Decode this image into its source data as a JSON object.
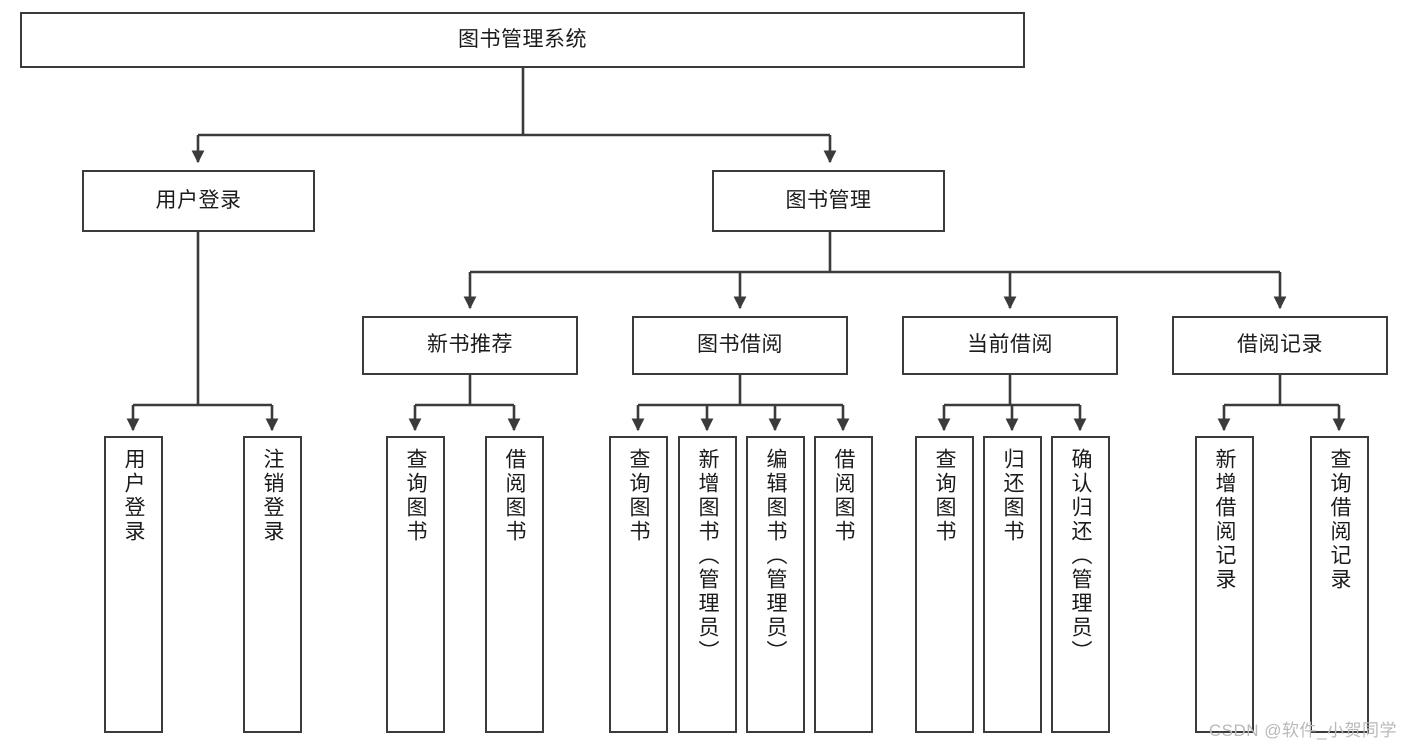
{
  "diagram": {
    "title": "图书管理系统",
    "type": "tree-hierarchy",
    "watermark": "CSDN @软件_小贺同学",
    "colors": {
      "box_border": "#3b3b3b",
      "box_fill": "#ffffff",
      "edge": "#3b3b3b",
      "text": "#1b1b1b",
      "watermark": "#b9b9b9",
      "background": "#ffffff"
    },
    "nodes": {
      "root": {
        "label": "图书管理系统"
      },
      "level2": [
        {
          "id": "user-login",
          "label": "用户登录"
        },
        {
          "id": "book-management",
          "label": "图书管理"
        }
      ],
      "level3": [
        {
          "id": "new-book-recommend",
          "label": "新书推荐"
        },
        {
          "id": "book-borrow",
          "label": "图书借阅"
        },
        {
          "id": "current-borrow",
          "label": "当前借阅"
        },
        {
          "id": "borrow-record",
          "label": "借阅记录"
        }
      ],
      "leaves": {
        "user-login": [
          {
            "id": "leaf-user-login",
            "label": "用户登录"
          },
          {
            "id": "leaf-logout",
            "label": "注销登录"
          }
        ],
        "new-book-recommend": [
          {
            "id": "leaf-query-book-1",
            "label": "查询图书"
          },
          {
            "id": "leaf-borrow-book-1",
            "label": "借阅图书"
          }
        ],
        "book-borrow": [
          {
            "id": "leaf-query-book-2",
            "label": "查询图书"
          },
          {
            "id": "leaf-add-book",
            "label": "新增图书（管理员）"
          },
          {
            "id": "leaf-edit-book",
            "label": "编辑图书（管理员）"
          },
          {
            "id": "leaf-borrow-book-2",
            "label": "借阅图书"
          }
        ],
        "current-borrow": [
          {
            "id": "leaf-query-book-3",
            "label": "查询图书"
          },
          {
            "id": "leaf-return-book",
            "label": "归还图书"
          },
          {
            "id": "leaf-confirm-return",
            "label": "确认归还（管理员）"
          }
        ],
        "borrow-record": [
          {
            "id": "leaf-add-record",
            "label": "新增借阅记录"
          },
          {
            "id": "leaf-query-record",
            "label": "查询借阅记录"
          }
        ]
      }
    }
  }
}
